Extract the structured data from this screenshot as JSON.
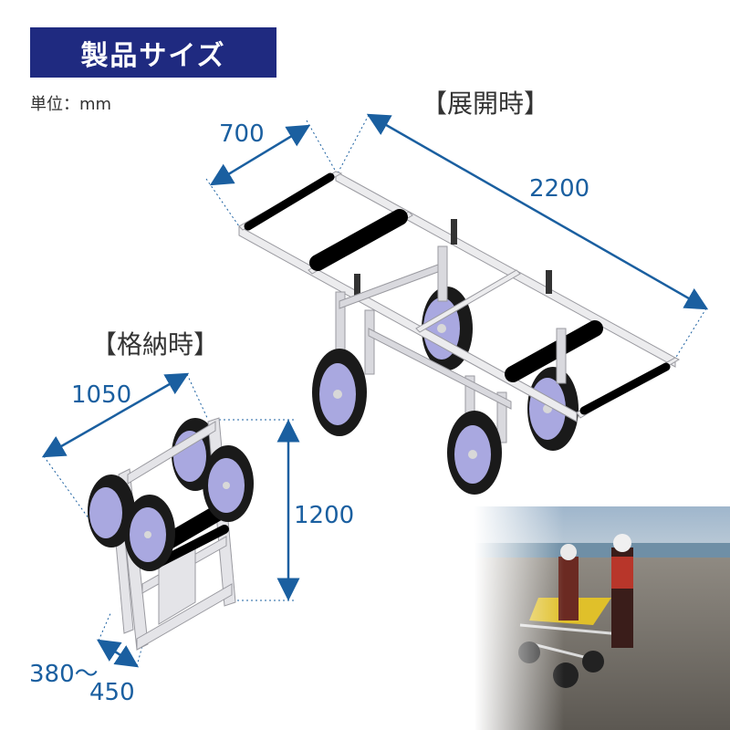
{
  "header": {
    "title": "製品サイズ"
  },
  "unit_label": "単位：mm",
  "expanded": {
    "label": "【展開時】",
    "width_dim": "700",
    "length_dim": "2200"
  },
  "stored": {
    "label": "【格納時】",
    "length_dim": "1050",
    "height_dim": "1200",
    "depth_dim_top": "380〜",
    "depth_dim_bottom": "450"
  },
  "colors": {
    "banner": "#1f2a80",
    "dimension": "#1a5fa0",
    "frame": "#e8e8ea",
    "wheel_hub": "#a9a8e0",
    "tire": "#1a1a1a"
  }
}
